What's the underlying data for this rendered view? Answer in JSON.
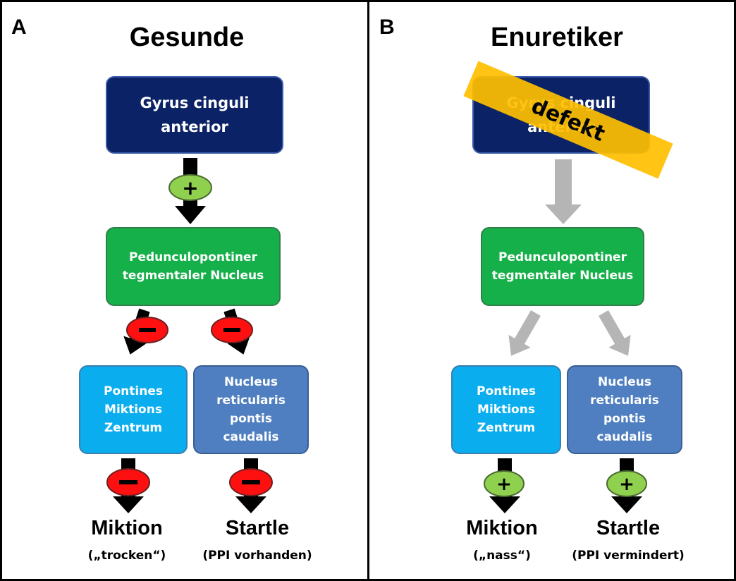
{
  "panels": [
    {
      "letter": "A",
      "title": "Gesunde",
      "top_box": "Gyrus cinguli\nanterior",
      "middle_box": "Pedunculopontiner\ntegmentaler Nucleus",
      "left_box": "Pontines\nMiktions\nZentrum",
      "right_box": "Nucleus\nreticularis\npontis\ncaudalis",
      "left_outcome": "Miktion",
      "left_outcome_sub": "(„trocken“)",
      "right_outcome": "Startle",
      "right_outcome_sub": "(PPI vorhanden)",
      "signs": {
        "top_arrow": "+",
        "middle_left": "−",
        "middle_right": "−",
        "bottom_left": "−",
        "bottom_right": "−"
      }
    },
    {
      "letter": "B",
      "title": "Enuretiker",
      "top_box": "Gyrus cinguli\nanterior",
      "middle_box": "Pedunculopontiner\ntegmentaler Nucleus",
      "left_box": "Pontines\nMiktions\nZentrum",
      "right_box": "Nucleus\nreticularis\npontis\ncaudalis",
      "left_outcome": "Miktion",
      "left_outcome_sub": "(„nass“)",
      "right_outcome": "Startle",
      "right_outcome_sub": "(PPI vermindert)",
      "defect_label": "defekt",
      "signs": {
        "bottom_left": "+",
        "bottom_right": "+"
      }
    }
  ],
  "colors": {
    "navy": "#0b2266",
    "green": "#16b04a",
    "cyan": "#0aaeef",
    "steel": "#4f7fc0",
    "plus_oval": "#8fd14f",
    "minus_oval": "#ff1010",
    "grey_arrow": "#b5b5b5",
    "defect_band": "#ffbf00"
  }
}
